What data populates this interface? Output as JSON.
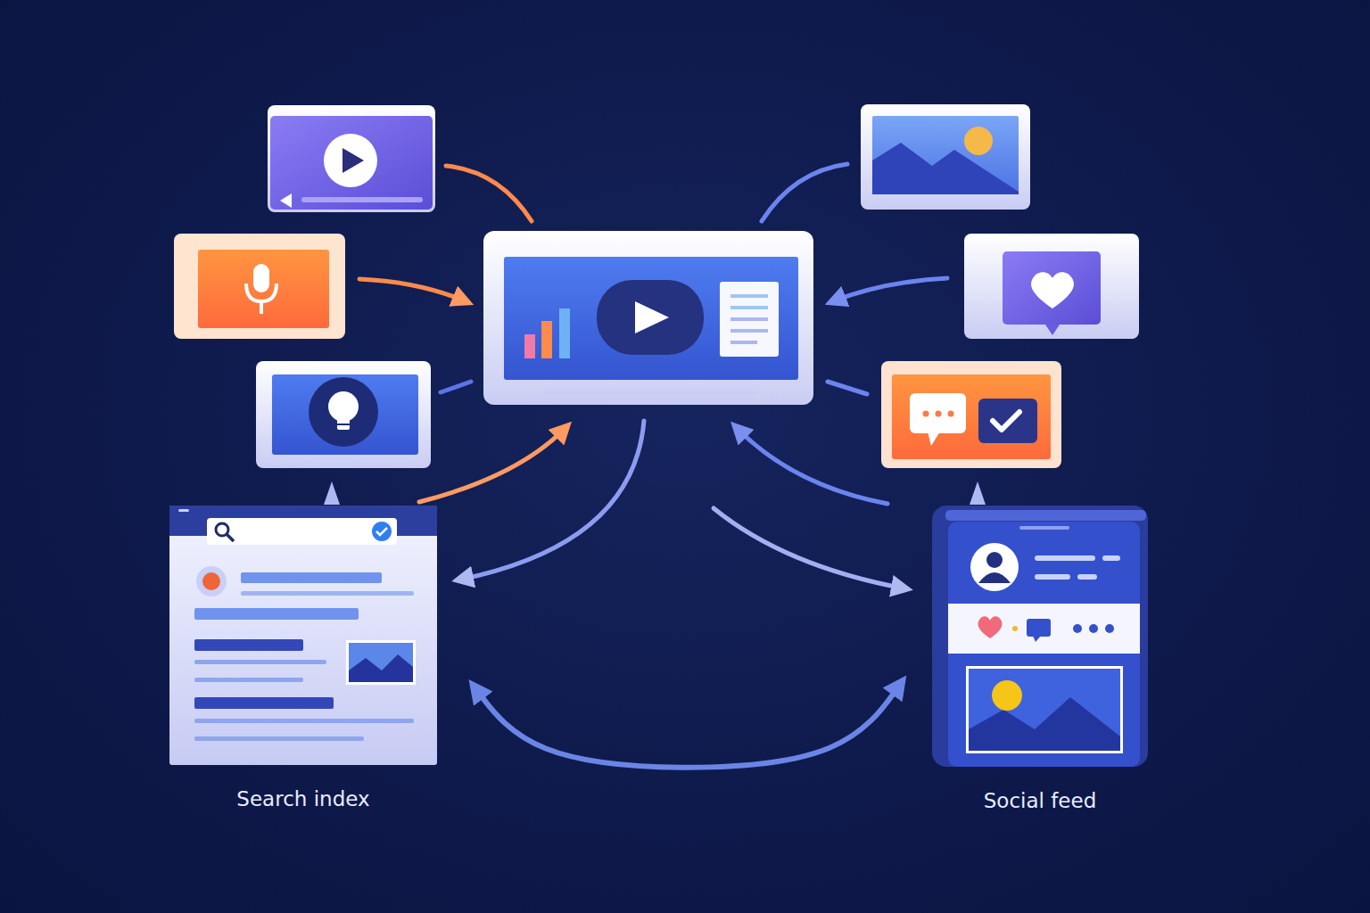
{
  "diagram": {
    "nodes": [
      {
        "text": [
          "Search index"
        ]
      },
      {
        "text": [
          "Social feed"
        ]
      }
    ],
    "edges": [
      {
        "from": 0,
        "to": 1,
        "arrow": "both"
      }
    ]
  }
}
